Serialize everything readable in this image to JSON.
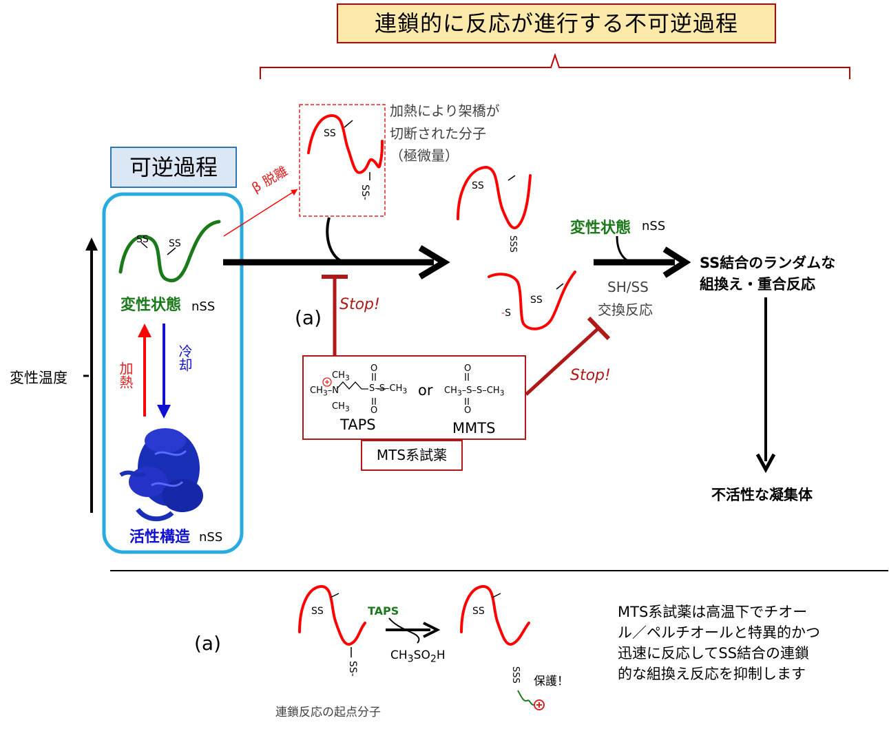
{
  "colors": {
    "chain_red": "#ff0000",
    "chain_green": "#1a7a1a",
    "native_blue": "#1010d0",
    "inhibit_red": "#b01818",
    "box_frame_blue": "#29abe2"
  },
  "header": {
    "irreversible_title": "連鎖的に反応が進行する不可逆過程"
  },
  "reversible": {
    "title": "可逆過程",
    "denatured_label": "変性状態",
    "denatured_suffix": "nSS",
    "heating_label": "加熱",
    "cooling_label": "冷却",
    "active_label": "活性構造",
    "active_suffix": "nSS"
  },
  "axis": {
    "temperature_label": "変性温度"
  },
  "top_pathway": {
    "beta_elimination": "β 脱離",
    "cleaved_note_line1": "加熱により架橋が",
    "cleaved_note_line2": "切断された分子",
    "cleaved_note_line3": "（極微量）",
    "ss_label": "SS",
    "s_minus_label": "SS-",
    "step_a": "(a)",
    "stop1": "Stop!",
    "stop2": "Stop!"
  },
  "exchange": {
    "denatured_label": "変性状態",
    "denatured_suffix": "nSS",
    "exchange_line1": "SH/SS",
    "exchange_line2": "交換反応",
    "result_line1": "SS結合のランダムな",
    "result_line2": "組換え・重合反応",
    "aggregate": "不活性な凝集体"
  },
  "reagents": {
    "taps_name": "TAPS",
    "mmts_name": "MMTS",
    "or_label": "or",
    "box_label": "MTS系試薬"
  },
  "bottom": {
    "step_a": "(a)",
    "taps_label": "TAPS",
    "byproduct": "CH3SO2H",
    "origin_label": "連鎖反応の起点分子",
    "protect_label": "保護！",
    "note_line1": "MTS系試薬は高温下でチオー",
    "note_line2": "ル／ペルチオールと特異的かつ",
    "note_line3": "迅速に反応してSS結合の連鎖",
    "note_line4": "的な組換え反応を抑制します"
  }
}
